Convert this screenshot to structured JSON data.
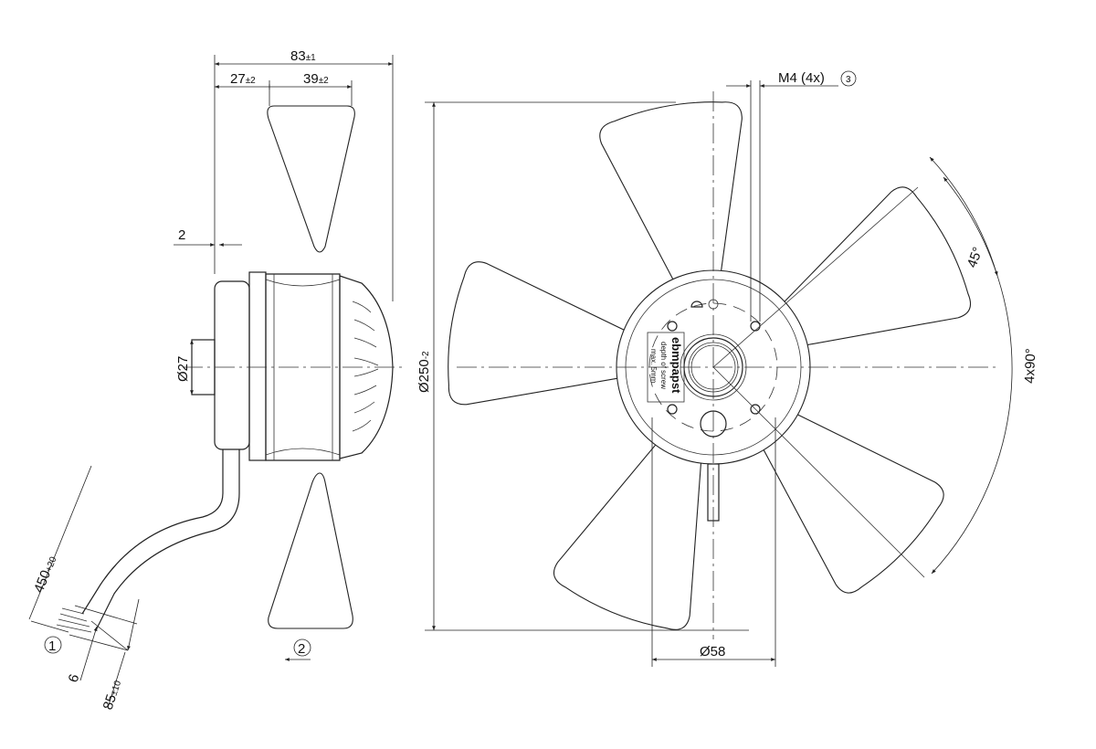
{
  "drawing": {
    "side_view": {
      "overall_length": {
        "value": "83",
        "tol": "±1"
      },
      "hub_offset": {
        "value": "27",
        "tol": "±2"
      },
      "blade_width": {
        "value": "39",
        "tol": "±2"
      },
      "flange_gap": "2",
      "shaft_diameter": "Ø27",
      "cable_length": {
        "value": "450",
        "tol": "+20"
      },
      "strip_length": "6",
      "wire_length": {
        "value": "85",
        "tol": "±10"
      },
      "marker_1": "1",
      "marker_2": "2"
    },
    "front_view": {
      "outer_diameter": {
        "value": "Ø250",
        "tol": "-2"
      },
      "bolt_circle": "Ø58",
      "screw_spec": "M4 (4x)",
      "marker_3": "3",
      "angle_1": "45°",
      "angle_2": "4x90°",
      "label": {
        "brand": "ebmpapst",
        "line1": "depth of screw",
        "line2": "max. 5mm"
      }
    }
  }
}
